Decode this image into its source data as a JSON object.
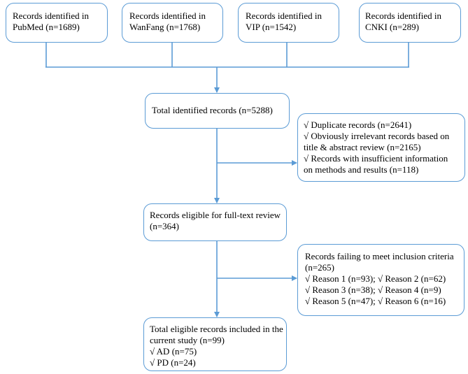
{
  "colors": {
    "box_border": "#5b9bd5",
    "connector": "#5b9bd5",
    "text": "#000000",
    "background": "#ffffff"
  },
  "sources": [
    {
      "line1": "Records identified in",
      "line2": "PubMed (n=1689)"
    },
    {
      "line1": "Records identified in",
      "line2": "WanFang (n=1768)"
    },
    {
      "line1": "Records identified in",
      "line2": "VIP (n=1542)"
    },
    {
      "line1": "Records identified in",
      "line2": "CNKI (n=289)"
    }
  ],
  "total_identified": {
    "text": "Total identified records (n=5288)"
  },
  "exclusion_1": {
    "lines": [
      "√  Duplicate records (n=2641)",
      "√  Obviously irrelevant records based on",
      "title & abstract review (n=2165)",
      "√   Records with insufficient information",
      "on methods and results (n=118)"
    ]
  },
  "full_text_review": {
    "lines": [
      "Records eligible for full-text review",
      "(n=364)"
    ]
  },
  "exclusion_2": {
    "lines": [
      "Records failing to meet inclusion criteria",
      "(n=265)",
      "√  Reason 1 (n=93); √ Reason 2 (n=62)",
      "√  Reason 3 (n=38);  √ Reason 4 (n=9)",
      "√  Reason 5 (n=47);  √ Reason 6 (n=16)"
    ]
  },
  "final_included": {
    "lines": [
      "Total eligible records included in the",
      "current study (n=99)",
      "√   AD (n=75)",
      "√   PD (n=24)"
    ]
  }
}
